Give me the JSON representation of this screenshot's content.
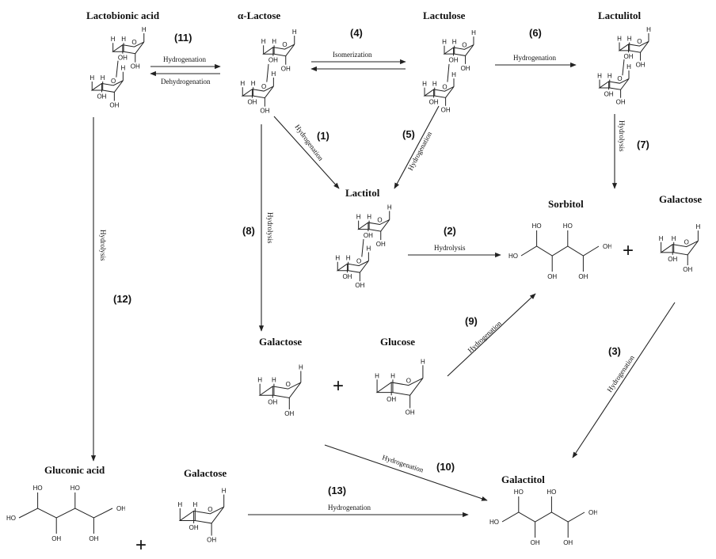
{
  "compounds": {
    "lactobionic_acid": "Lactobionic acid",
    "alpha_lactose": "α-Lactose",
    "lactulose": "Lactulose",
    "lactulitol": "Lactulitol",
    "lactitol": "Lactitol",
    "sorbitol": "Sorbitol",
    "galactose_right": "Galactose",
    "galactose_mid": "Galactose",
    "glucose": "Glucose",
    "gluconic_acid": "Gluconic acid",
    "galactose_bottom": "Galactose",
    "galactitol": "Galactitol"
  },
  "plus": "+",
  "reactions": {
    "r1": {
      "num": "(1)",
      "label": "Hydrogenation"
    },
    "r2": {
      "num": "(2)",
      "label": "Hydrolysis"
    },
    "r3": {
      "num": "(3)",
      "label": "Hydrogenation"
    },
    "r4": {
      "num": "(4)",
      "label": "Isomerization"
    },
    "r5": {
      "num": "(5)",
      "label": "Hydrogenation"
    },
    "r6": {
      "num": "(6)",
      "label": "Hydrogenation"
    },
    "r7": {
      "num": "(7)",
      "label": "Hydrolysis"
    },
    "r8": {
      "num": "(8)",
      "label": "Hydrolysis"
    },
    "r9": {
      "num": "(9)",
      "label": "Hydrogenation"
    },
    "r10": {
      "num": "(10)",
      "label": "Hydrogenation"
    },
    "r11": {
      "num": "(11)",
      "label": "Hydrogenation",
      "label_reverse": "Dehydrogenation"
    },
    "r12": {
      "num": "(12)",
      "label": "Hydrolysis"
    },
    "r13": {
      "num": "(13)",
      "label": "Hydrogenation"
    }
  },
  "atoms": {
    "h": "H",
    "oh": "OH",
    "ho": "HO",
    "o": "O"
  }
}
